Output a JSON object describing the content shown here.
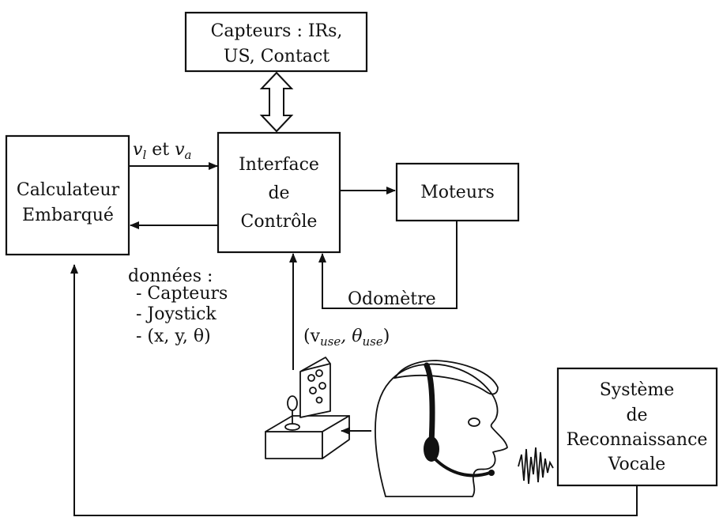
{
  "boxes": {
    "capteurs": [
      "Capteurs : IRs,",
      "US, Contact"
    ],
    "calculateur": [
      "Calculateur",
      "Embarqué"
    ],
    "interface": [
      "Interface",
      "de",
      "Contrôle"
    ],
    "moteurs": [
      "Moteurs"
    ],
    "systeme": [
      "Système",
      "de",
      "Reconnaissance",
      "Vocale"
    ]
  },
  "labels": {
    "vl": "v",
    "vl_sub": "l",
    "et": " et ",
    "va": "v",
    "va_sub": "a",
    "odometre": "Odomètre",
    "donnees": [
      "données :",
      "- Capteurs",
      "- Joystick",
      "- (x, y, θ)"
    ],
    "vuse_open": "(v",
    "vuse_sub": "use",
    "theta_mid": ", θ",
    "theta_sub": "use",
    "vuse_close": ")"
  },
  "icons": [
    "joystick-icon",
    "operator-with-headset-icon",
    "sound-wave-icon"
  ]
}
